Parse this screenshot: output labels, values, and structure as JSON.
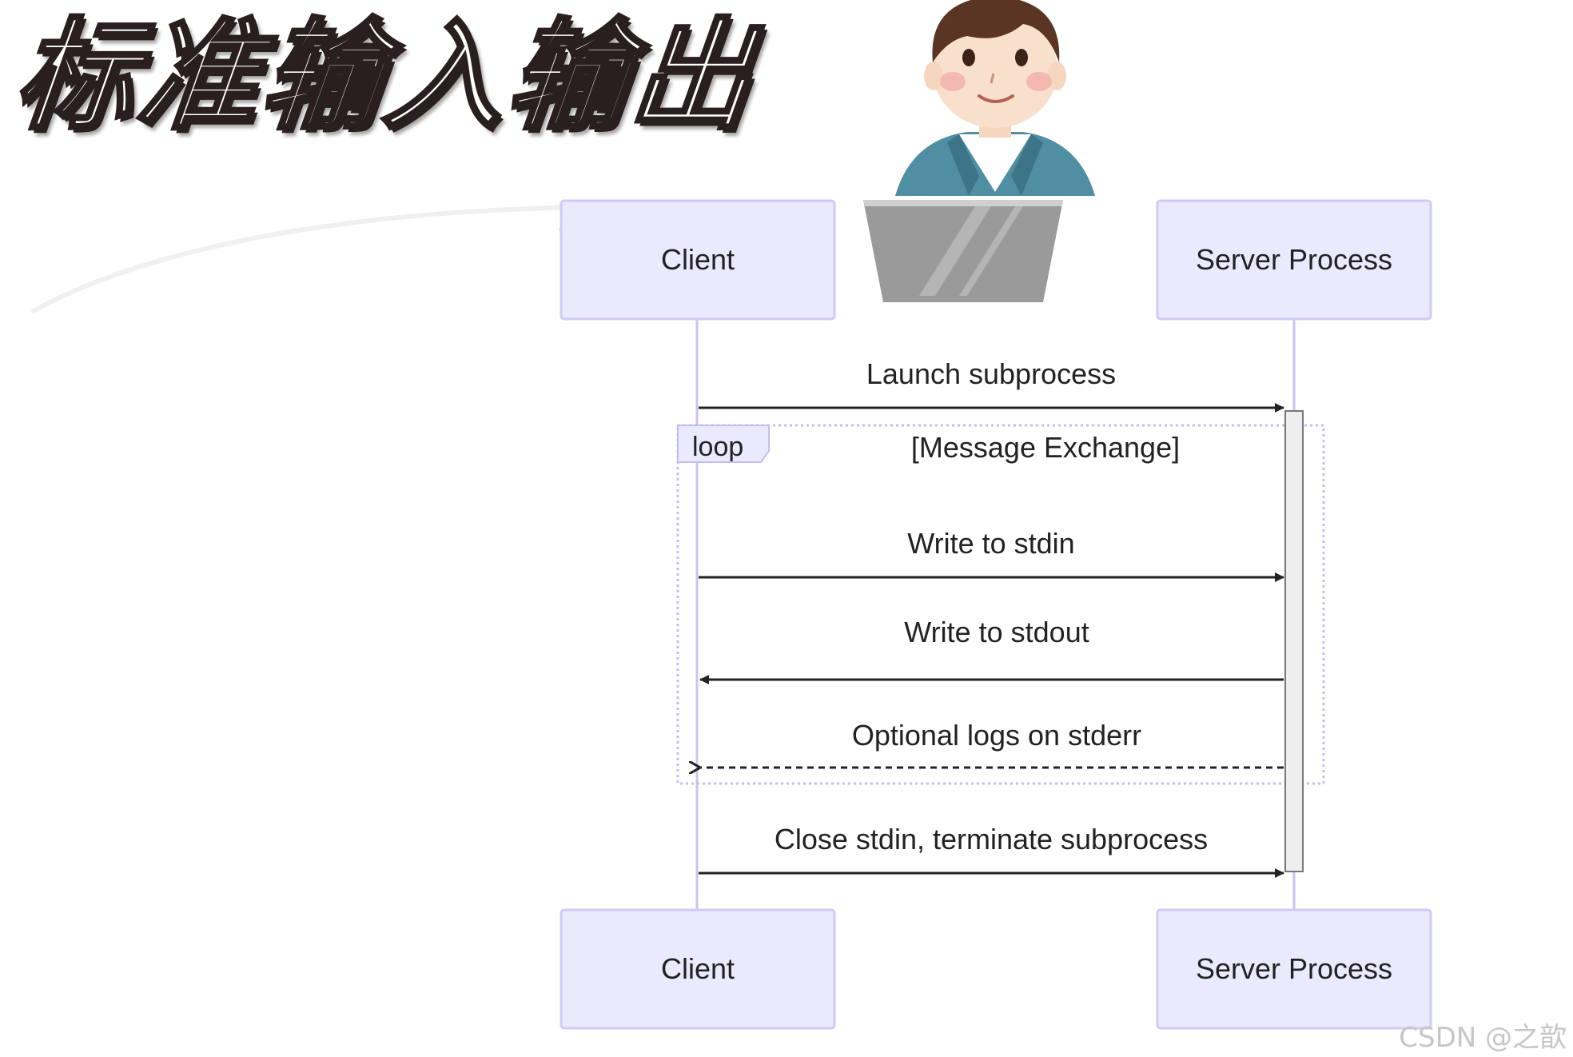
{
  "title": "标准输入输出",
  "watermark": "CSDN @之歆",
  "participants": {
    "client": "Client",
    "server": "Server Process"
  },
  "messages": [
    {
      "from": "client",
      "to": "server",
      "label": "Launch subprocess",
      "style": "solid"
    },
    {
      "from": "client",
      "to": "server",
      "label": "Write to stdin",
      "style": "solid"
    },
    {
      "from": "server",
      "to": "client",
      "label": "Write to stdout",
      "style": "solid"
    },
    {
      "from": "server",
      "to": "client",
      "label": "Optional logs on stderr",
      "style": "dashed"
    },
    {
      "from": "client",
      "to": "server",
      "label": "Close stdin, terminate subprocess",
      "style": "solid"
    }
  ],
  "loop": {
    "tag": "loop",
    "condition": "[Message Exchange]"
  },
  "colors": {
    "actor_fill": "#ebe9fe",
    "actor_stroke": "#cfcaf7",
    "lifeline": "#c9c3f3",
    "arrow": "#222222",
    "loop_border": "#c4bdf2",
    "activation_fill": "#eeeeee",
    "activation_stroke": "#777777"
  }
}
